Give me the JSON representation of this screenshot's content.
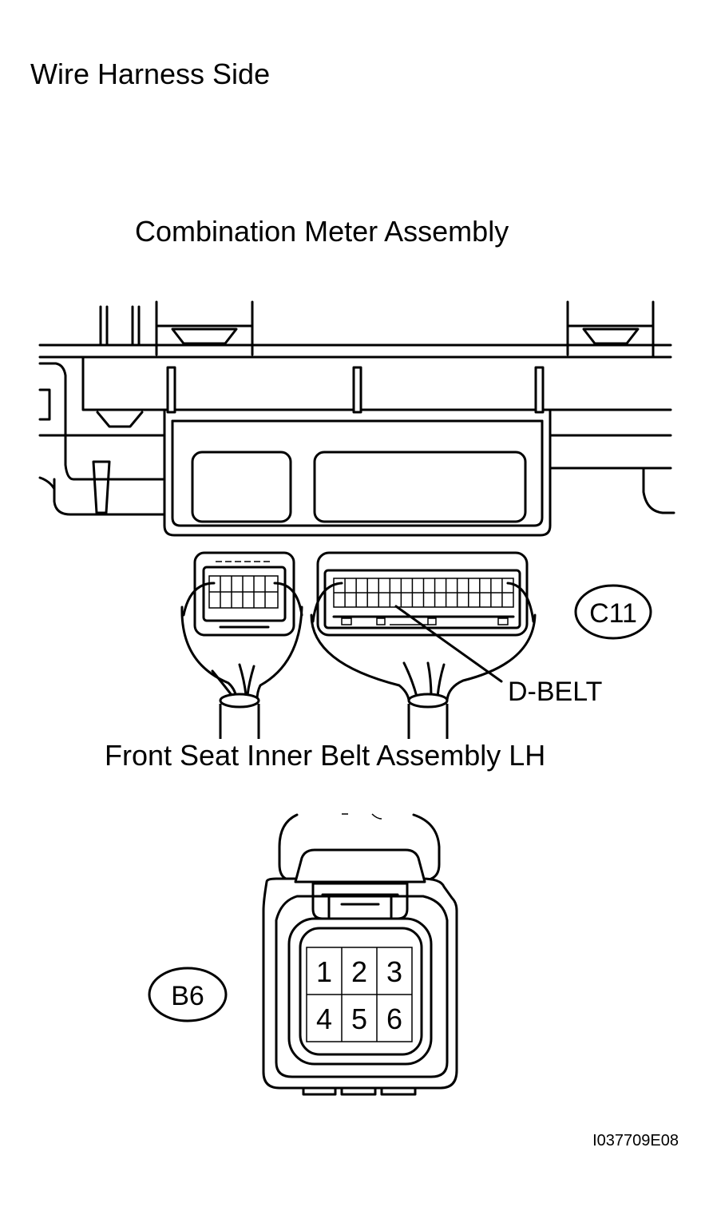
{
  "view_label": "Wire Harness Side",
  "components": {
    "meter": "Combination Meter Assembly",
    "belt": "Front Seat Inner Belt Assembly LH"
  },
  "connectors": {
    "c11": {
      "code": "C11",
      "terminal": "D-BELT"
    },
    "b6": {
      "code": "B6",
      "pins": [
        "1",
        "2",
        "3",
        "4",
        "5",
        "6"
      ]
    }
  },
  "figure_id": "I037709E08"
}
